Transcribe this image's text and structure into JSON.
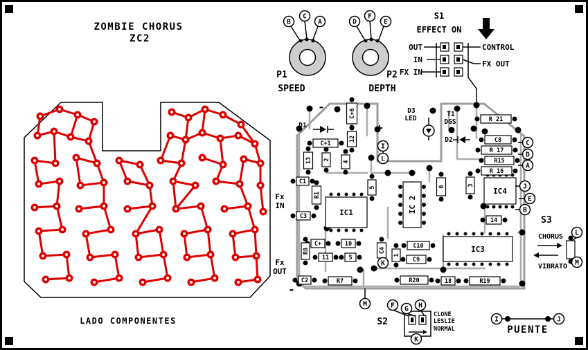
{
  "title": {
    "line1": "ZOMBIE CHORUS",
    "line2": "ZC2"
  },
  "footer": "LADO COMPONENTES",
  "pots": {
    "p1": {
      "name": "P1",
      "function": "SPEED"
    },
    "p2": {
      "name": "P2",
      "function": "DEPTH"
    }
  },
  "s1": {
    "name": "S1",
    "label": "EFFECT ON",
    "left_pins": [
      "OUT",
      "IN",
      "FX IN"
    ],
    "right_pins": [
      "CONTROL",
      "FX OUT"
    ]
  },
  "board": {
    "fx_in_line1": "Fx",
    "fx_in_line2": "IN",
    "fx_out_line1": "Fx",
    "fx_out_line2": "OUT",
    "plus": "+",
    "minus_top": "-",
    "minus_bottom": "-",
    "d1": "D1",
    "d2": "D2",
    "d3_name": "D3",
    "d3_type": "LED",
    "t1_name": "T1",
    "t1_pins": "DGS",
    "components": [
      "C+6",
      "12",
      "C+1",
      "13",
      "2",
      "4",
      "C1",
      "R1",
      "IC1",
      "C3",
      "5",
      "IC 2",
      "6",
      "R 21",
      "C8",
      "R 17",
      "R15",
      "R 16",
      "IC4",
      "3",
      "14",
      "C+",
      "10",
      "R8",
      "11",
      "5",
      "C4",
      "C10",
      "C9",
      "1",
      "IC3",
      "R20",
      "18",
      "R19",
      "R7",
      "C2"
    ]
  },
  "circled_pads": [
    "B",
    "C",
    "A",
    "D",
    "F",
    "E",
    "I",
    "L",
    "C",
    "D",
    "A",
    "J",
    "E",
    "B",
    "L",
    "M",
    "M",
    "F",
    "G",
    "H",
    "K",
    "K",
    "I",
    "J"
  ],
  "s3": {
    "name": "S3",
    "mode_up": "CHORUS",
    "mode_down": "VIBRATO"
  },
  "s2": {
    "name": "S2",
    "options": [
      "CLONE",
      "LESLIE",
      "NORMAL"
    ]
  },
  "puente": {
    "label": "PUENTE"
  },
  "icons": {
    "s1_arrow": "down-arrow",
    "s3_up_arrow": "right-arrow",
    "s3_down_arrow": "left-arrow",
    "d1_icon": "diode",
    "d2_icon": "diode",
    "d3_icon": "led"
  },
  "colors": {
    "copper_trace": "#dd0000",
    "component_trace": "#ababab"
  }
}
